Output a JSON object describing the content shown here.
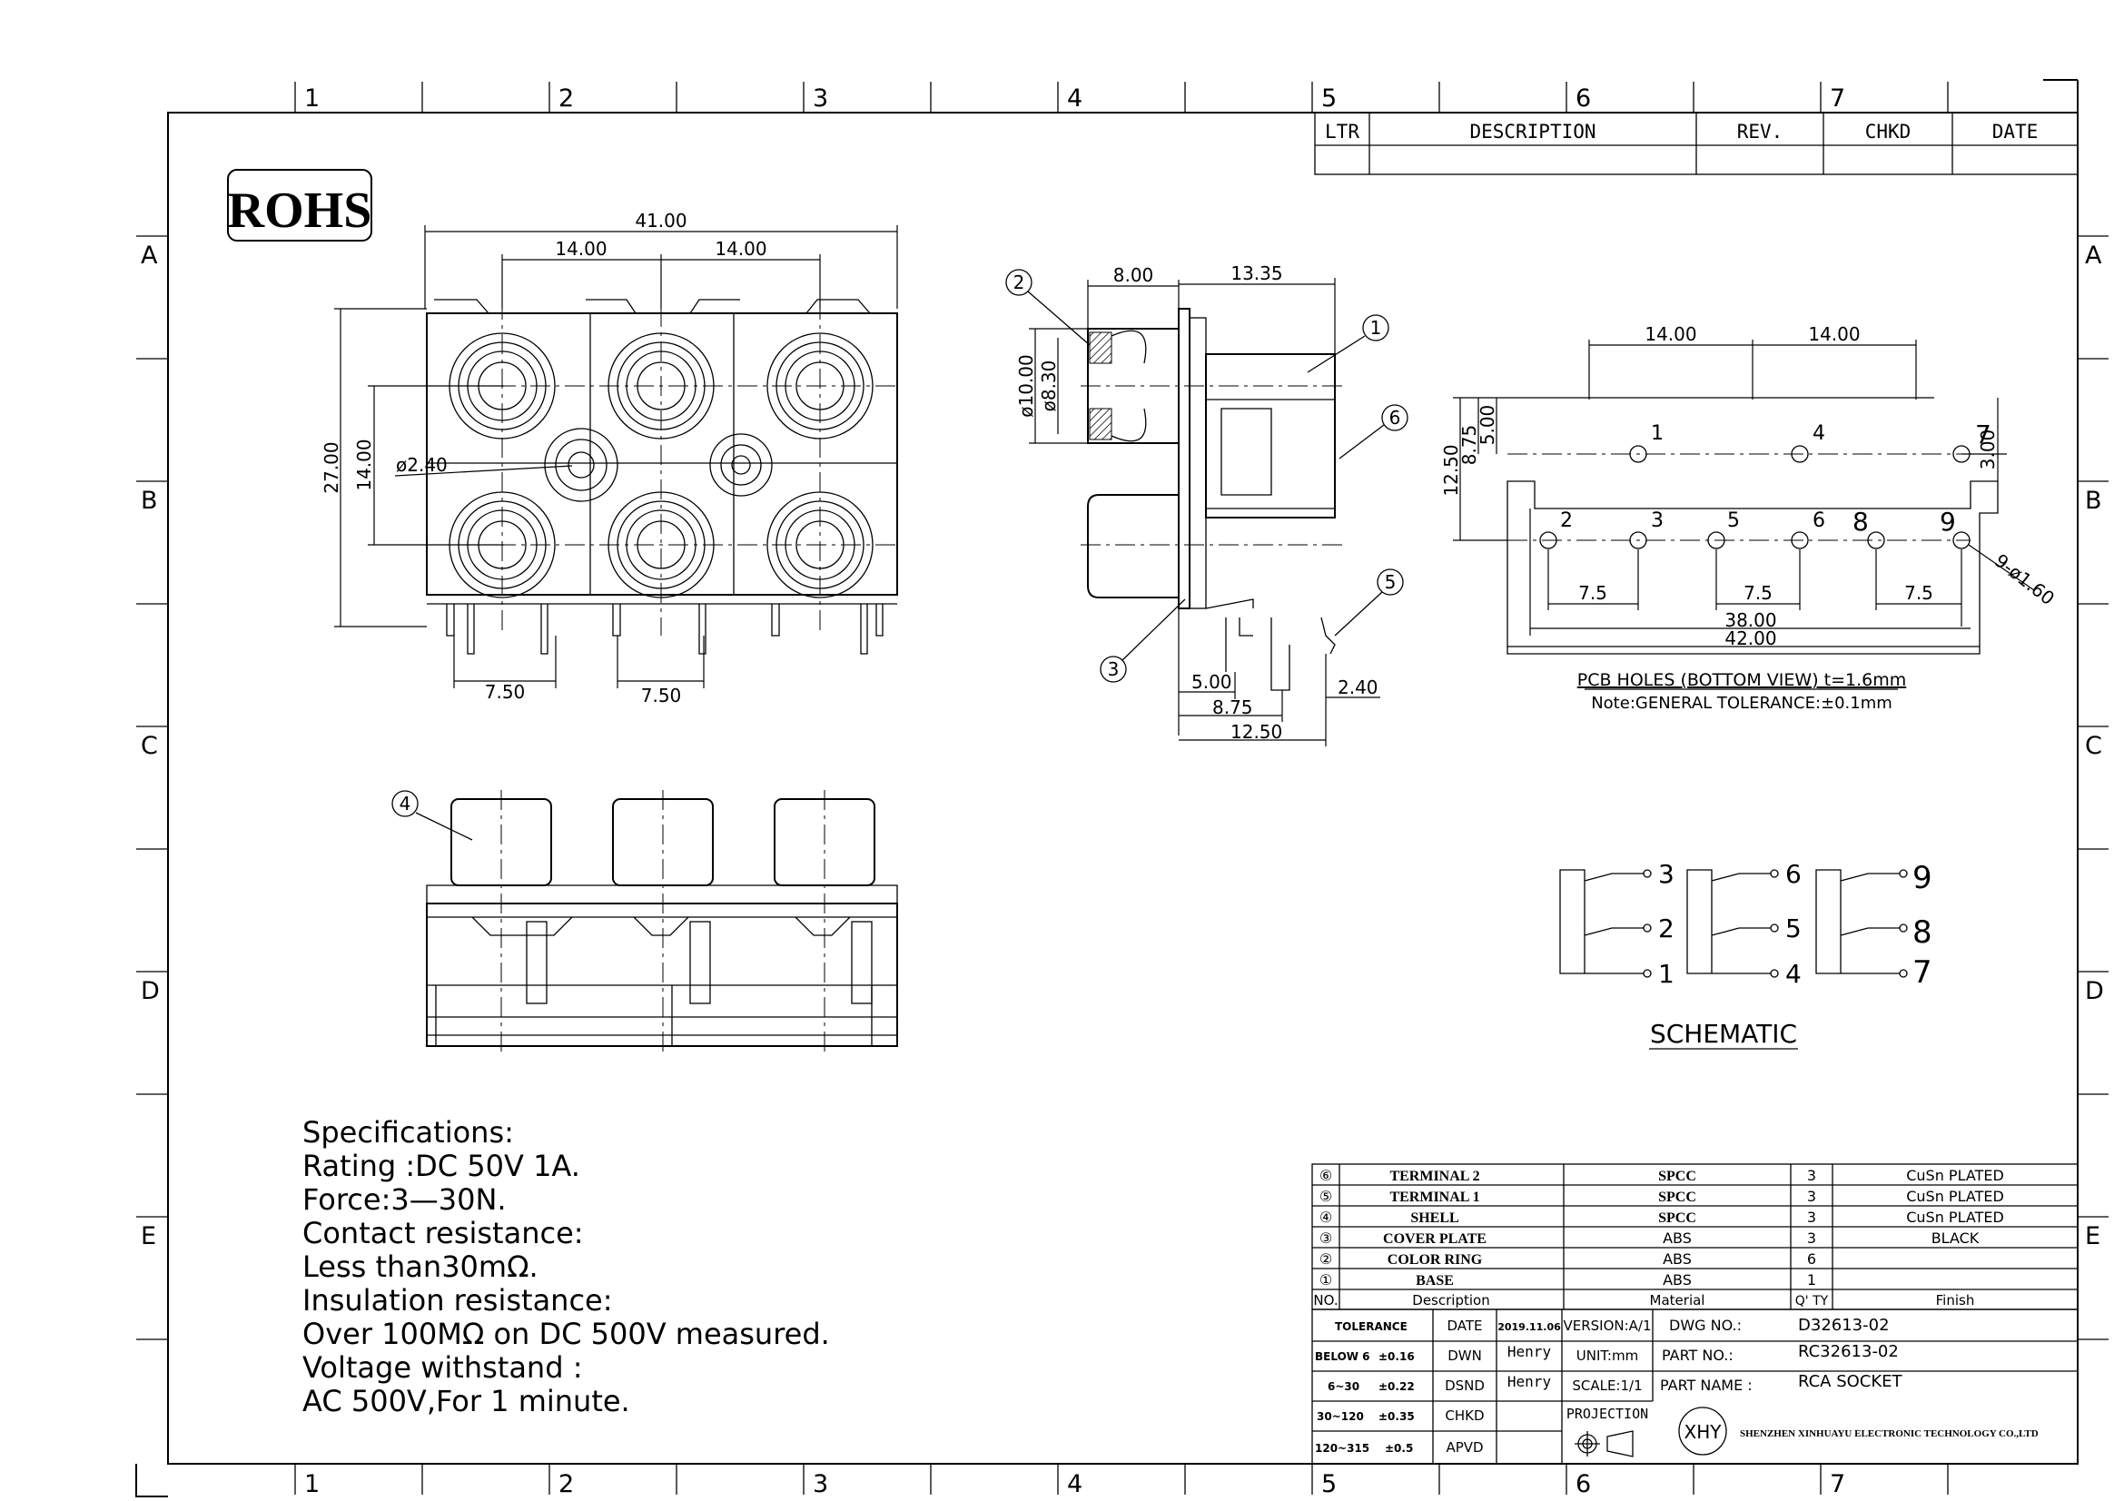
{
  "border": {
    "columns": [
      "1",
      "2",
      "3",
      "4",
      "5",
      "6",
      "7"
    ],
    "rows": [
      "A",
      "B",
      "C",
      "D",
      "E"
    ]
  },
  "revision_header": {
    "ltr": "LTR",
    "description": "DESCRIPTION",
    "rev": "REV.",
    "chkd": "CHKD",
    "date": "DATE"
  },
  "logo": "ROHS",
  "front_view": {
    "dim_overall_width": "41.00",
    "dim_pitch_1": "14.00",
    "dim_pitch_2": "14.00",
    "dim_height": "27.00",
    "dim_row_pitch": "14.00",
    "dim_hole": "ø2.40",
    "dim_pin_1": "7.50",
    "dim_pin_2": "7.50"
  },
  "side_view": {
    "balloons": [
      "1",
      "2",
      "3",
      "5",
      "6"
    ],
    "dim_ring_depth": "8.00",
    "dim_body_depth": "13.35",
    "dim_outer_dia": "ø10.00",
    "dim_inner_dia": "ø8.30",
    "dim_a": "5.00",
    "dim_b": "8.75",
    "dim_c": "12.50",
    "dim_d": "2.40"
  },
  "bottom_view": {
    "balloon": "4"
  },
  "pcb_view": {
    "dim_pitch_1": "14.00",
    "dim_pitch_2": "14.00",
    "dim_v1": "5.00",
    "dim_v2": "8.75",
    "dim_v3": "12.50",
    "dim_v4": "3.00",
    "dim_h1": "7.5",
    "dim_h2": "7.5",
    "dim_h3": "7.5",
    "dim_38": "38.00",
    "dim_42": "42.00",
    "dim_holes": "9-ø1.60",
    "pin_labels": [
      "1",
      "2",
      "3",
      "4",
      "5",
      "6",
      "7",
      "8",
      "9"
    ],
    "caption": "PCB HOLES (BOTTOM VIEW) t=1.6mm",
    "note": "Note:GENERAL TOLERANCE:±0.1mm"
  },
  "schematic": {
    "pins": [
      "3",
      "2",
      "1",
      "6",
      "5",
      "4",
      "9",
      "8",
      "7"
    ],
    "label": "SCHEMATIC"
  },
  "specifications": [
    "Specifications:",
    "Rating :DC 50V 1A.",
    "Force:3—30N.",
    "Contact resistance:",
    "Less than30mΩ.",
    "Insulation resistance:",
    "Over 100MΩ on DC 500V measured.",
    "Voltage withstand :",
    "AC 500V,For 1 minute."
  ],
  "bom": {
    "rows": [
      {
        "no": "⑥",
        "description": "TERMINAL 2",
        "material": "SPCC",
        "qty": "3",
        "finish": "CuSn PLATED"
      },
      {
        "no": "⑤",
        "description": "TERMINAL 1",
        "material": "SPCC",
        "qty": "3",
        "finish": "CuSn PLATED"
      },
      {
        "no": "④",
        "description": "SHELL",
        "material": "SPCC",
        "qty": "3",
        "finish": "CuSn PLATED"
      },
      {
        "no": "③",
        "description": "COVER PLATE",
        "material": "ABS",
        "qty": "3",
        "finish": "BLACK"
      },
      {
        "no": "②",
        "description": "COLOR RING",
        "material": "ABS",
        "qty": "6",
        "finish": ""
      },
      {
        "no": "①",
        "description": "BASE",
        "material": "ABS",
        "qty": "1",
        "finish": ""
      }
    ],
    "header": {
      "no": "NO.",
      "description": "Description",
      "material": "Material",
      "qty": "Q' TY",
      "finish": "Finish"
    }
  },
  "title_block": {
    "tolerance": "TOLERANCE",
    "tol_rows": [
      {
        "range": "BELOW 6",
        "value": "±0.16"
      },
      {
        "range": "6~30",
        "value": "±0.22"
      },
      {
        "range": "30~120",
        "value": "±0.35"
      },
      {
        "range": "120~315",
        "value": "±0.5"
      }
    ],
    "date_label": "DATE",
    "date": "2019.11.06",
    "dwn_label": "DWN",
    "dwn": "Henry",
    "dsnd_label": "DSND",
    "dsnd": "Henry",
    "chkd_label": "CHKD",
    "apvd_label": "APVD",
    "version": "VERSION:A/1",
    "unit": "UNIT:mm",
    "scale": "SCALE:1/1",
    "projection": "PROJECTION",
    "dwg_no_label": "DWG NO.:",
    "dwg_no": "D32613-02",
    "part_no_label": "PART NO.:",
    "part_no": "RC32613-02",
    "part_name_label": "PART NAME :",
    "part_name": "RCA SOCKET",
    "company_logo": "XHY",
    "company": "SHENZHEN XINHUAYU ELECTRONIC TECHNOLOGY CO.,LTD"
  }
}
